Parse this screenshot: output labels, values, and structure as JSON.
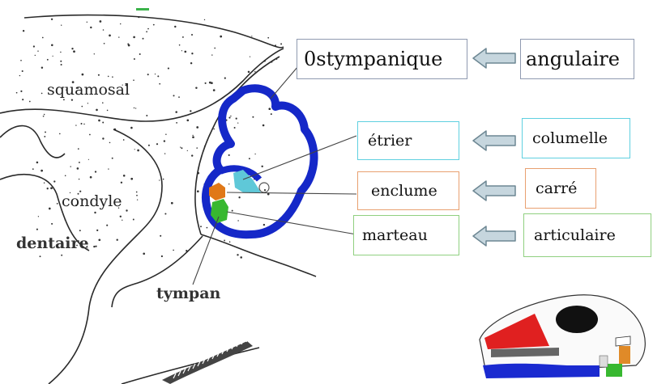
{
  "labels": {
    "squamosal": "squamosal",
    "condyle": "condyle",
    "dentaire": "dentaire",
    "tympan": "tympan"
  },
  "correspondences": [
    {
      "mammal": "0stympanique",
      "reptile": "angulaire"
    },
    {
      "mammal": "étrier",
      "reptile": "columelle"
    },
    {
      "mammal": "enclume",
      "reptile": "carré"
    },
    {
      "mammal": "marteau",
      "reptile": "articulaire"
    }
  ],
  "colors": {
    "tympanic_ring": "#1528c8",
    "stapes": "#5fc8d8",
    "incus": "#e07818",
    "malleus": "#38b830",
    "tympanic_box_border": "#8f9ab0",
    "stapes_box_border": "#5fd0e0",
    "incus_box_border": "#e8a070",
    "malleus_box_border": "#90d080",
    "arrow_fill": "#c6d6de",
    "arrow_stroke": "#6d8793"
  }
}
